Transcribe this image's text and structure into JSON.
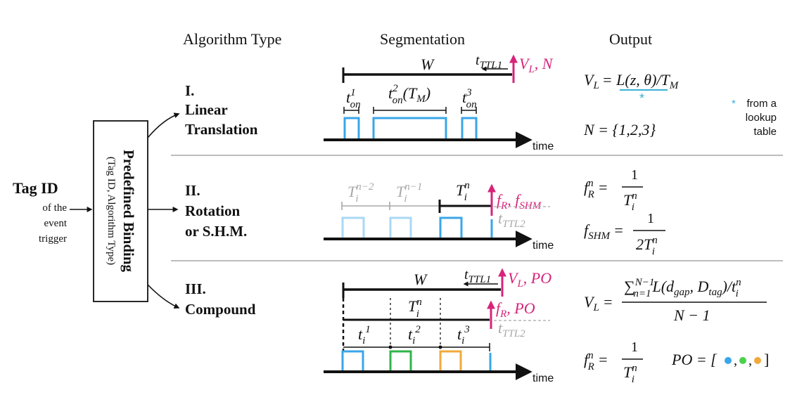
{
  "headers": {
    "algorithm_type": "Algorithm Type",
    "segmentation": "Segmentation",
    "output": "Output"
  },
  "input": {
    "tag_id": "Tag ID",
    "line1": "of the",
    "line2": "event",
    "line3": "trigger"
  },
  "binding_box": {
    "title": "Predefined Binding",
    "subtitle": "(Tag ID, Algorithm Type)"
  },
  "rows": [
    {
      "numeral": "I.",
      "line1": "Linear",
      "line2": "Translation",
      "time_label": "time",
      "window": "W",
      "ttl": "t",
      "ttl_sub": "TTL1",
      "trigger": "V",
      "trigger_sub": "L",
      "trigger_rest": ", N",
      "ton1": "t",
      "ton1_sup": "1",
      "ton1_sub": "on",
      "ton2": "t",
      "ton2_sup": "2",
      "ton2_sub": "on",
      "ton2_rest": "(T",
      "ton2_rest_sub": "M",
      "ton2_close": ")",
      "ton3": "t",
      "ton3_sup": "3",
      "ton3_sub": "on",
      "out1_lhs": "V",
      "out1_lhs_sub": "L",
      "out1_rhs": "= L(z, θ)/T",
      "out1_rhs_sub": "M",
      "out1_star": "*",
      "out2": "N = {1,2,3}",
      "note_star": "*",
      "note_line1": "from a",
      "note_line2": "lookup",
      "note_line3": "table",
      "colors": {
        "pulse": "#3aa6e8",
        "underline": "#3ab0d6",
        "trigger": "#d6247a"
      }
    },
    {
      "numeral": "II.",
      "line1": "Rotation",
      "line2": "or S.H.M.",
      "time_label": "time",
      "period_nm2": "T",
      "period_nm2_sup": "n−2",
      "period_nm2_sub": "i",
      "period_nm1": "T",
      "period_nm1_sup": "n−1",
      "period_nm1_sub": "i",
      "period_n": "T",
      "period_n_sup": "n",
      "period_n_sub": "i",
      "trigger": "f",
      "trigger_sub": "R",
      "trigger_mid": ", f",
      "trigger_sub2": "SHM",
      "ttl": "t",
      "ttl_sub": "TTL2",
      "out1_lhs": "f",
      "out1_lhs_sup": "n",
      "out1_lhs_sub": "R",
      "out1_num": "1",
      "out1_den": "T",
      "out1_den_sup": "n",
      "out1_den_sub": "i",
      "out2_lhs": "f",
      "out2_lhs_sub": "SHM",
      "out2_num": "1",
      "out2_den": "2T",
      "out2_den_sup": "n",
      "out2_den_sub": "i",
      "colors": {
        "pulse": "#3aa6e8",
        "faded_pulse": "#a9d8f5",
        "ghost_text": "#a8a8a8"
      }
    },
    {
      "numeral": "III.",
      "line1": "Compound",
      "time_label": "time",
      "window": "W",
      "ttl1": "t",
      "ttl1_sub": "TTL1",
      "trigger1": "V",
      "trigger1_sub": "L",
      "trigger1_rest": ", PO",
      "period": "T",
      "period_sup": "n",
      "period_sub": "i",
      "trigger2": "f",
      "trigger2_sub": "R",
      "trigger2_rest": ", PO",
      "ttl2": "t",
      "ttl2_sub": "TTL2",
      "seg1": "t",
      "seg1_sub": "i",
      "seg1_sup": "1",
      "seg2": "t",
      "seg2_sub": "i",
      "seg2_sup": "2",
      "seg3": "t",
      "seg3_sub": "i",
      "seg3_sup": "3",
      "out1_lhs": "V",
      "out1_lhs_sub": "L",
      "out1_num_sum": "∑",
      "out1_num_sum_sup": "N−1",
      "out1_num_sum_sub": "n=1",
      "out1_num_body": "L(d",
      "out1_num_gap": "gap",
      "out1_num_mid": ", D",
      "out1_num_tag": "tag",
      "out1_num_end": ")/t",
      "out1_num_end_sup": "n",
      "out1_num_end_sub": "i",
      "out1_den": "N − 1",
      "out2_lhs": "f",
      "out2_lhs_sup": "n",
      "out2_lhs_sub": "R",
      "out2_num": "1",
      "out2_den": "T",
      "out2_den_sup": "n",
      "out2_den_sub": "i",
      "po_lhs": "PO = [",
      "po_sep1": ",",
      "po_sep2": ",",
      "po_close": "]",
      "colors": {
        "pulse1": "#3aa6e8",
        "pulse2": "#2fb54a",
        "pulse3": "#f2a93b",
        "dot1": "#3aa6e8",
        "dot2": "#4cd14c",
        "dot3": "#f2a93b"
      }
    }
  ]
}
